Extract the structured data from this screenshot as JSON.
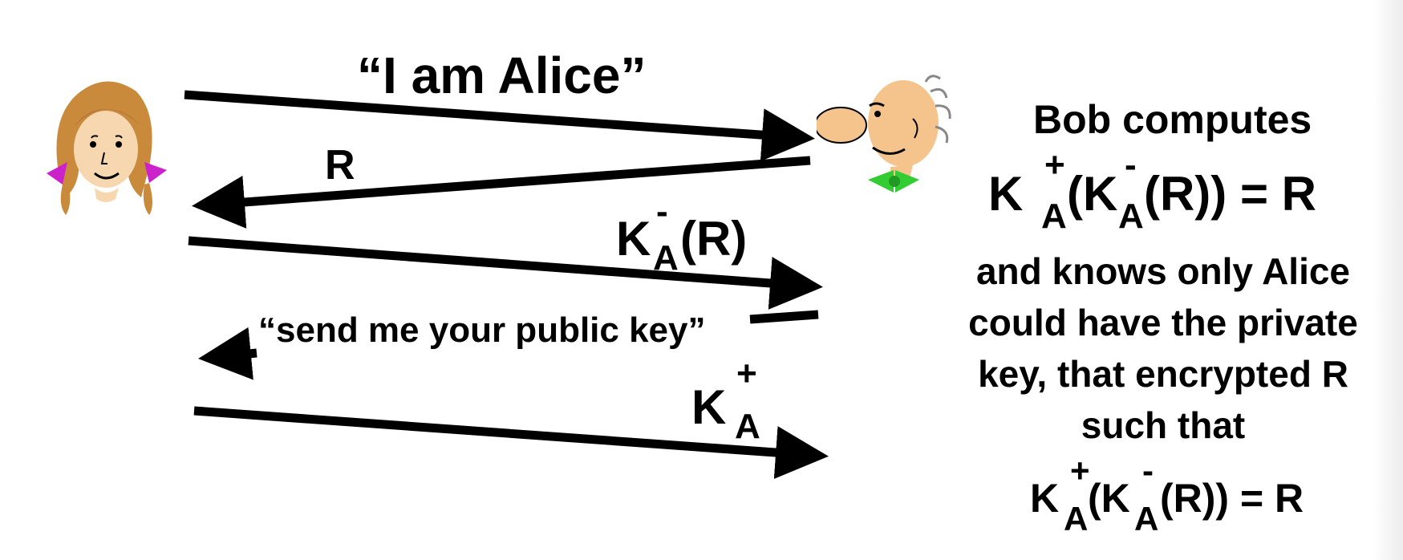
{
  "messages": {
    "i_am_alice": "“I am Alice”",
    "nonce": "R",
    "signed_nonce": {
      "k": "K",
      "sup": "-",
      "sub": "A",
      "rest": " (R)"
    },
    "send_key": "“send me your public key”",
    "public_key": {
      "k": "K",
      "sup": "+",
      "sub": "A"
    }
  },
  "bob_text": {
    "line1": "Bob computes",
    "formula1": {
      "k1": "K",
      "sup1": "+",
      "sub1": "A",
      "mid": "(K",
      "sup2": "-",
      "sub2": "A",
      "end": "(R)) = R"
    },
    "lines": [
      "and knows only Alice",
      "could have the private",
      "key, that encrypted R",
      "such that"
    ],
    "formula2": {
      "k1": "K",
      "sup1": "+",
      "sub1": "A",
      "mid": "(K",
      "sup2": "-",
      "sub2": "A",
      "end": "(R)) = R"
    }
  },
  "colors": {
    "alice_hair": "#c98a3c",
    "alice_bow": "#cc22cc",
    "bob_skin": "#f5c48c",
    "bob_bowtie": "#33cc33"
  }
}
